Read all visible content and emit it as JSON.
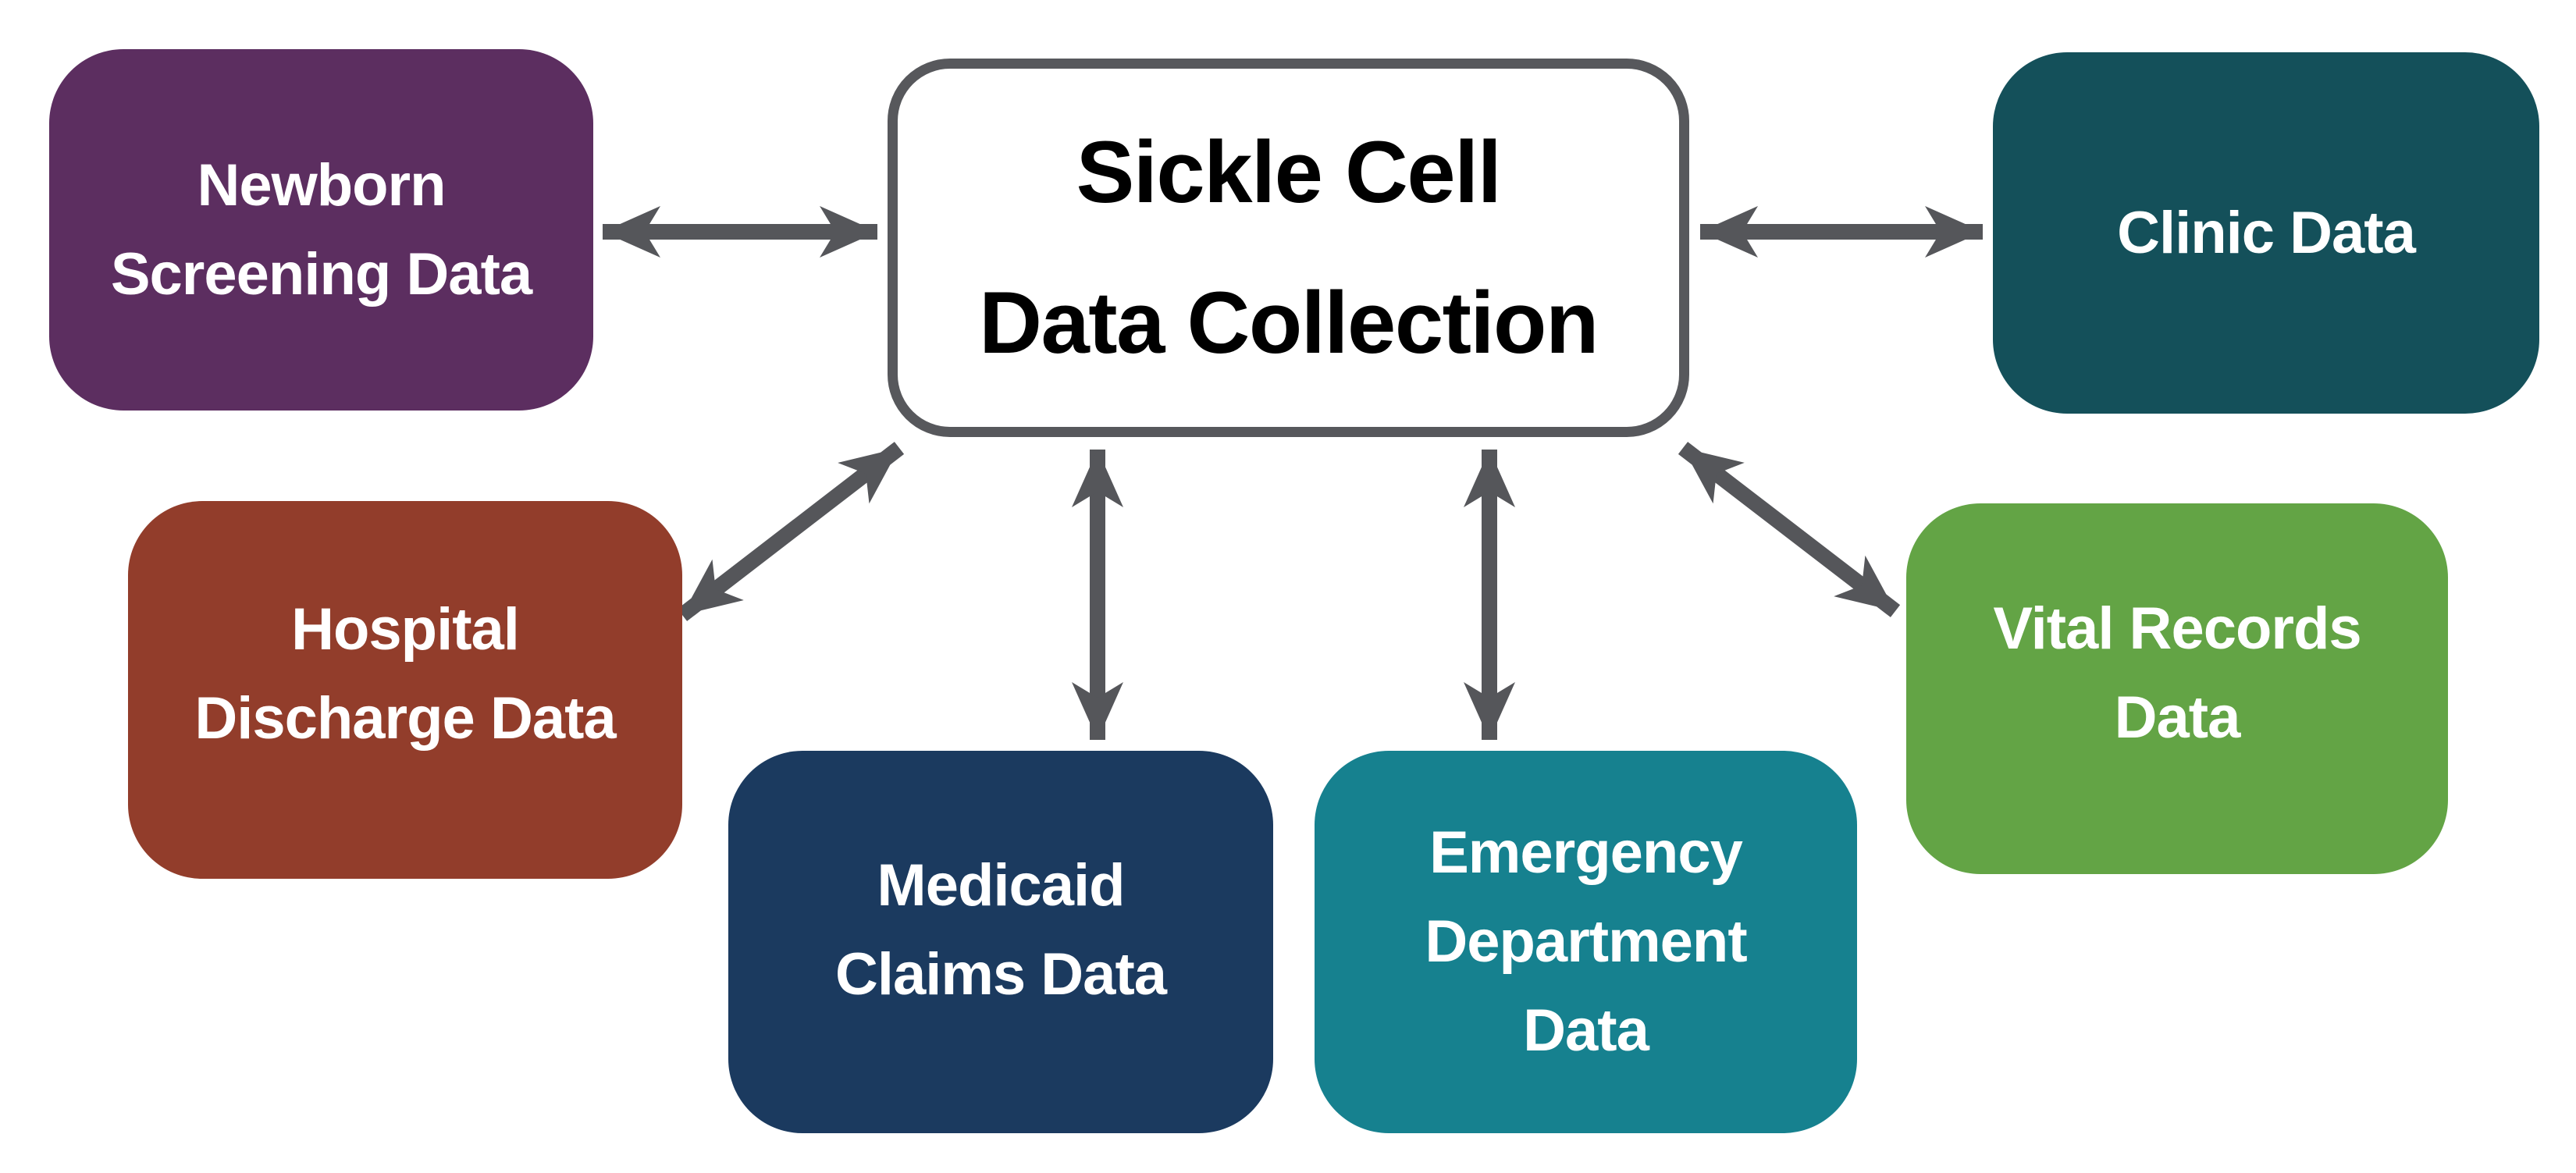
{
  "diagram": {
    "center": {
      "id": "sickle-cell-data-collection",
      "lines": [
        "Sickle Cell",
        "Data Collection"
      ]
    },
    "nodes": [
      {
        "id": "newborn-screening-data",
        "lines": [
          "Newborn",
          "Screening Data"
        ],
        "color": "#5C2E60"
      },
      {
        "id": "clinic-data",
        "lines": [
          "Clinic Data"
        ],
        "color": "#14505A"
      },
      {
        "id": "hospital-discharge-data",
        "lines": [
          "Hospital",
          "Discharge Data"
        ],
        "color": "#923D2B"
      },
      {
        "id": "medicaid-claims-data",
        "lines": [
          "Medicaid",
          "Claims Data"
        ],
        "color": "#1B3A5F"
      },
      {
        "id": "emergency-department-data",
        "lines": [
          "Emergency",
          "Department",
          "Data"
        ],
        "color": "#16818F"
      },
      {
        "id": "vital-records-data",
        "lines": [
          "Vital Records",
          "Data"
        ],
        "color": "#63A445"
      }
    ],
    "connections": [
      {
        "from": "sickle-cell-data-collection",
        "to": "newborn-screening-data",
        "bidirectional": true
      },
      {
        "from": "sickle-cell-data-collection",
        "to": "clinic-data",
        "bidirectional": true
      },
      {
        "from": "sickle-cell-data-collection",
        "to": "hospital-discharge-data",
        "bidirectional": true
      },
      {
        "from": "sickle-cell-data-collection",
        "to": "medicaid-claims-data",
        "bidirectional": true
      },
      {
        "from": "sickle-cell-data-collection",
        "to": "emergency-department-data",
        "bidirectional": true
      },
      {
        "from": "sickle-cell-data-collection",
        "to": "vital-records-data",
        "bidirectional": true
      }
    ],
    "colors": {
      "arrow": "#55565A",
      "center_border": "#57585C",
      "center_background": "#FFFFFF",
      "node_text": "#FFFFFF",
      "center_text": "#000000",
      "background": "#FFFFFF"
    }
  }
}
